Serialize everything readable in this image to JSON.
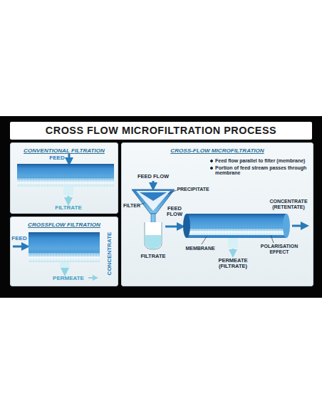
{
  "diagram": {
    "title": "CROSS FLOW MICROFILTRATION PROCESS",
    "nodes": [
      {
        "text": [
          "CONVENTIONAL FILTRATION"
        ]
      },
      {
        "text": [
          "CROSSFLOW FILTRATION"
        ]
      },
      {
        "text": [
          "CROSS-FLOW MICROFILTRATION"
        ]
      }
    ],
    "labels": [
      "FEED",
      "FILTRATE",
      "FEED",
      "CONCENTRATE",
      "PERMEATE",
      "Feed flow parallel to filter (membrane)",
      "Portion of feed stream passes through membrane",
      "FEED FLOW",
      "PRECIPITATE",
      "FILTER",
      "FILTRATE",
      "FEED FLOW",
      "CONCENTRATE (RETENTATE)",
      "MEMBRANE",
      "POLARISATION EFFECT",
      "PERMEATE (FILTRATE)"
    ]
  }
}
